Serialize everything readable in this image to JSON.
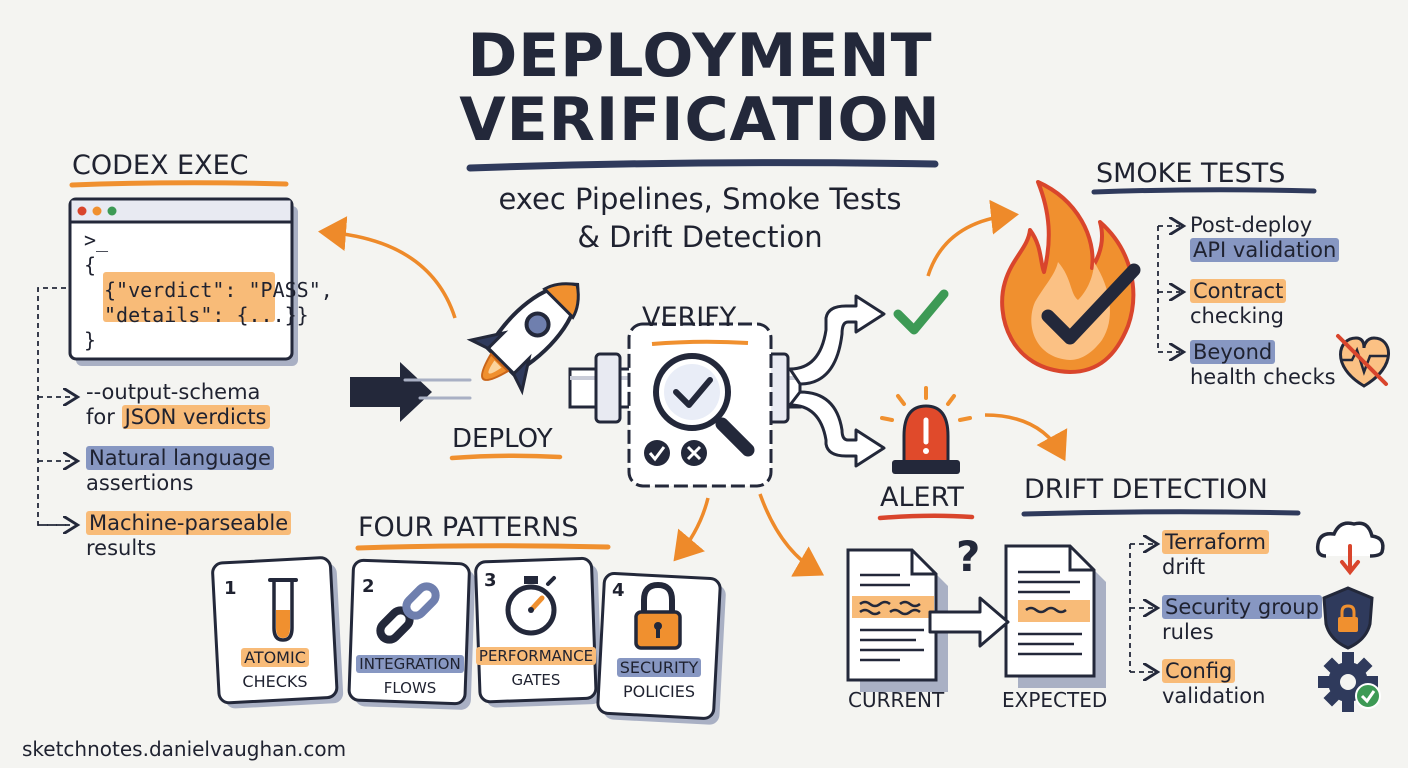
{
  "title": {
    "line1": "DEPLOYMENT",
    "line2": "VERIFICATION",
    "subtitle1": "exec Pipelines, Smoke Tests",
    "subtitle2": "& Drift Detection"
  },
  "codex": {
    "heading": "CODEX EXEC",
    "terminal": {
      "prompt": ">_",
      "open": "{",
      "line1": "{\"verdict\": \"PASS\",",
      "line2": "\"details\": {...}}",
      "close": "}"
    },
    "items": [
      {
        "pre": "--output-schema",
        "pre2": "for ",
        "hl": "JSON verdicts",
        "color": "orange"
      },
      {
        "hl": "Natural language",
        "post": "assertions",
        "color": "blue"
      },
      {
        "hl": "Machine-parseable",
        "post": "results",
        "color": "orange"
      }
    ]
  },
  "flow": {
    "deploy": "DEPLOY",
    "verify": "VERIFY",
    "alert": "ALERT"
  },
  "smoke": {
    "heading": "SMOKE TESTS",
    "items": [
      {
        "line1": "Post-deploy",
        "line2": "API validation",
        "hl_line": 2,
        "color": "blue"
      },
      {
        "line1": "Contract",
        "line2": "checking",
        "hl_line": 1,
        "color": "orange"
      },
      {
        "line1": "Beyond",
        "line2": "health checks",
        "hl_line": 1,
        "color": "blue"
      }
    ]
  },
  "patterns": {
    "heading": "FOUR PATTERNS",
    "cards": [
      {
        "num": "1",
        "line1": "ATOMIC",
        "line2": "CHECKS",
        "icon": "test-tube-icon",
        "color": "orange"
      },
      {
        "num": "2",
        "line1": "INTEGRATION",
        "line2": "FLOWS",
        "icon": "chain-link-icon",
        "color": "blue"
      },
      {
        "num": "3",
        "line1": "PERFORMANCE",
        "line2": "GATES",
        "icon": "stopwatch-icon",
        "color": "orange"
      },
      {
        "num": "4",
        "line1": "SECURITY",
        "line2": "POLICIES",
        "icon": "padlock-icon",
        "color": "blue"
      }
    ]
  },
  "drift": {
    "heading": "DRIFT DETECTION",
    "current": "CURRENT",
    "expected": "EXPECTED",
    "question": "?",
    "items": [
      {
        "hl": "Terraform",
        "post": "drift",
        "color": "orange",
        "icon": "cloud-download-icon"
      },
      {
        "hl": "Security group",
        "post": "rules",
        "color": "blue",
        "icon": "shield-lock-icon"
      },
      {
        "hl": "Config",
        "post": "validation",
        "color": "orange",
        "icon": "gear-check-icon"
      }
    ]
  },
  "footer": "sketchnotes.danielvaughan.com",
  "colors": {
    "ink": "#23283a",
    "orange": "#f0902f",
    "highlight_orange": "#f8bb78",
    "highlight_blue": "#8797c2",
    "green": "#3d9a55",
    "red": "#d9452c"
  }
}
